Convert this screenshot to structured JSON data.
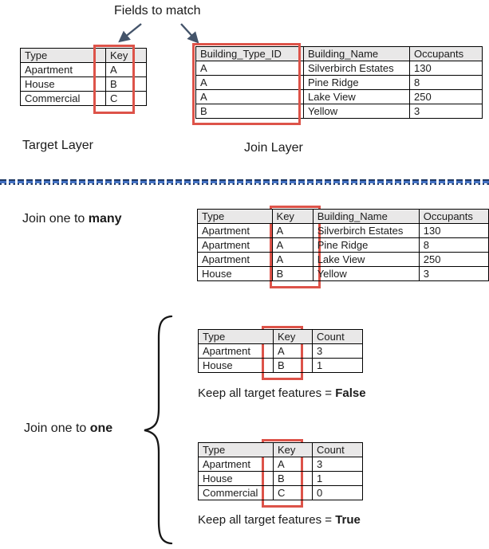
{
  "title": "Fields to match",
  "labels": {
    "target_layer": "Target Layer",
    "join_layer": "Join Layer",
    "join_many_prefix": "Join one to ",
    "join_many_bold": "many",
    "join_one_prefix": "Join one to ",
    "join_one_bold": "one",
    "keep_false_prefix": "Keep all target features = ",
    "keep_false_bold": "False",
    "keep_true_prefix": "Keep all target features = ",
    "keep_true_bold": "True"
  },
  "icons": {
    "arrow_left": "down-left-arrow",
    "arrow_right": "down-right-arrow",
    "brace": "left-curly-brace"
  },
  "colors": {
    "key_highlight": "#dd5349",
    "table_header_fill": "#e9e8e8",
    "divider_dark": "#1f3864",
    "divider_light": "#4472c4",
    "arrow": "#44546a"
  },
  "tables": {
    "target": {
      "headers": [
        "Type",
        "Key"
      ],
      "rows": [
        [
          "Apartment",
          "A"
        ],
        [
          "House",
          "B"
        ],
        [
          "Commercial",
          "C"
        ]
      ]
    },
    "join": {
      "headers": [
        "Building_Type_ID",
        "Building_Name",
        "Occupants"
      ],
      "rows": [
        [
          "A",
          "Silverbirch Estates",
          "130"
        ],
        [
          "A",
          "Pine Ridge",
          "8"
        ],
        [
          "A",
          "Lake View",
          "250"
        ],
        [
          "B",
          "Yellow",
          "3"
        ]
      ]
    },
    "one_to_many": {
      "headers": [
        "Type",
        "Key",
        "Building_Name",
        "Occupants"
      ],
      "rows": [
        [
          "Apartment",
          "A",
          "Silverbirch Estates",
          "130"
        ],
        [
          "Apartment",
          "A",
          "Pine Ridge",
          "8"
        ],
        [
          "Apartment",
          "A",
          "Lake View",
          "250"
        ],
        [
          "House",
          "B",
          "Yellow",
          "3"
        ]
      ]
    },
    "one_to_one_false": {
      "headers": [
        "Type",
        "Key",
        "Count"
      ],
      "rows": [
        [
          "Apartment",
          "A",
          "3"
        ],
        [
          "House",
          "B",
          "1"
        ]
      ]
    },
    "one_to_one_true": {
      "headers": [
        "Type",
        "Key",
        "Count"
      ],
      "rows": [
        [
          "Apartment",
          "A",
          "3"
        ],
        [
          "House",
          "B",
          "1"
        ],
        [
          "Commercial",
          "C",
          "0"
        ]
      ]
    }
  }
}
